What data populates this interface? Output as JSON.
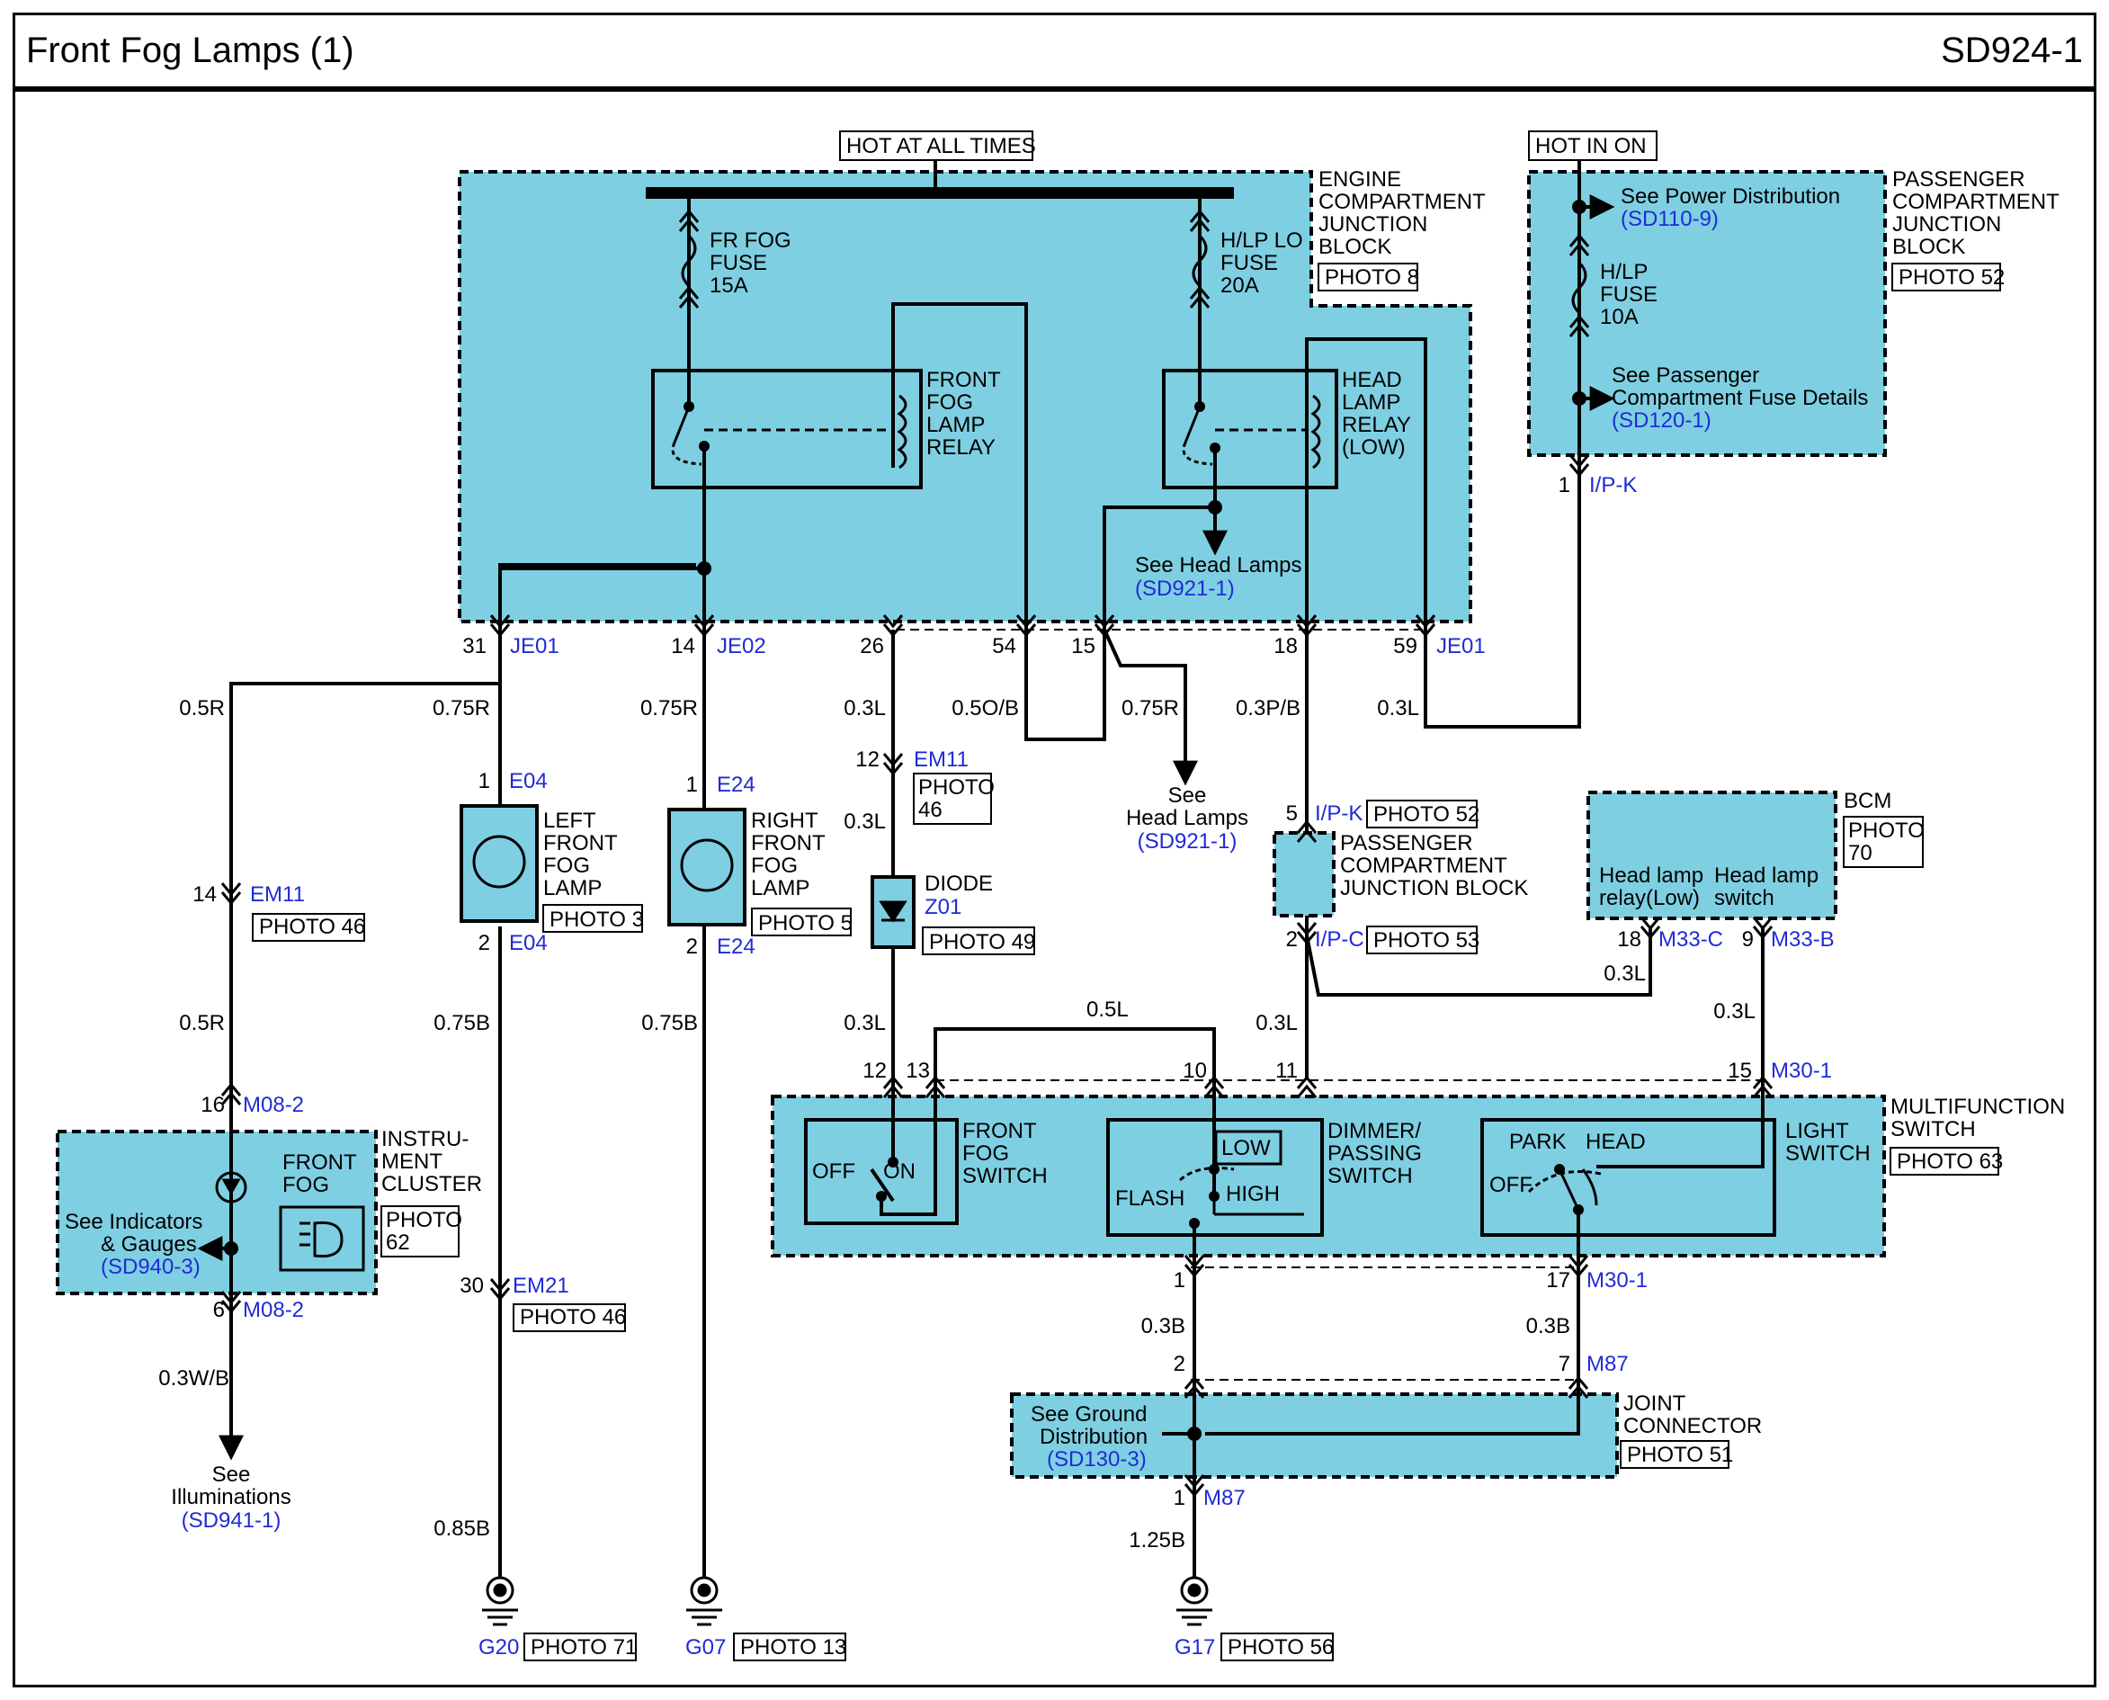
{
  "header": {
    "title": "Front Fog Lamps (1)",
    "code": "SD924-1"
  },
  "colors": {
    "block_fill": "#7fcfe2",
    "ref_blue": "#1f2bd6",
    "wire": "#000000"
  },
  "labels": {
    "hot_all": "HOT AT ALL TIMES",
    "hot_on": "HOT IN ON",
    "ecjb": [
      "ENGINE",
      "COMPARTMENT",
      "JUNCTION",
      "BLOCK"
    ],
    "ecjb_photo": "PHOTO 8",
    "pcjb": [
      "PASSENGER",
      "COMPARTMENT",
      "JUNCTION",
      "BLOCK"
    ],
    "pcjb_photo": "PHOTO 52",
    "fr_fog_fuse": [
      "FR FOG",
      "FUSE",
      "15A"
    ],
    "hlp_lo_fuse": [
      "H/LP LO",
      "FUSE",
      "20A"
    ],
    "hlp_fuse": [
      "H/LP",
      "FUSE",
      "10A"
    ],
    "ffl_relay": [
      "FRONT",
      "FOG",
      "LAMP",
      "RELAY"
    ],
    "hl_relay": [
      "HEAD",
      "LAMP",
      "RELAY",
      "(LOW)"
    ],
    "see_power": "See Power Distribution",
    "see_power_ref": "(SD110-9)",
    "see_pass_fuse": [
      "See Passenger",
      "Compartment Fuse Details"
    ],
    "see_pass_fuse_ref": "(SD120-1)",
    "see_head_lamps": "See Head Lamps",
    "see_head_lamps_ref": "(SD921-1)",
    "see_head_lamps2": [
      "See",
      "Head Lamps"
    ],
    "see_head_lamps2_ref": "(SD921-1)",
    "left_lamp": [
      "LEFT",
      "FRONT",
      "FOG",
      "LAMP"
    ],
    "left_lamp_photo": "PHOTO 3",
    "right_lamp": [
      "RIGHT",
      "FRONT",
      "FOG",
      "LAMP"
    ],
    "right_lamp_photo": "PHOTO 5",
    "diode": "DIODE",
    "diode_ref": "Z01",
    "diode_photo": "PHOTO 49",
    "em11_photo": [
      "PHOTO",
      "46"
    ],
    "pcjb2": [
      "PASSENGER",
      "COMPARTMENT",
      "JUNCTION BLOCK"
    ],
    "ipk_photo": "PHOTO 52",
    "ipc_photo": "PHOTO 53",
    "bcm": "BCM",
    "bcm_photo": [
      "PHOTO",
      "70"
    ],
    "bcm_hl_relay": [
      "Head lamp",
      "relay(Low)"
    ],
    "bcm_hl_switch": [
      "Head lamp",
      "switch"
    ],
    "mfs": [
      "MULTIFUNCTION",
      "SWITCH"
    ],
    "mfs_photo": "PHOTO 63",
    "ffs": [
      "FRONT",
      "FOG",
      "SWITCH"
    ],
    "ffs_off": "OFF",
    "ffs_on": "ON",
    "dps": [
      "DIMMER/",
      "PASSING",
      "SWITCH"
    ],
    "dps_low": "LOW",
    "dps_flash": "FLASH",
    "dps_high": "HIGH",
    "ls": [
      "LIGHT",
      "SWITCH"
    ],
    "ls_park": "PARK",
    "ls_head": "HEAD",
    "ls_off": "OFF",
    "cluster": [
      "INSTRU-",
      "MENT",
      "CLUSTER"
    ],
    "cluster_photo": [
      "PHOTO",
      "62"
    ],
    "front_fog": [
      "FRONT",
      "FOG"
    ],
    "see_indicators": [
      "See Indicators",
      "& Gauges"
    ],
    "see_indicators_ref": "(SD940-3)",
    "em11_photo2": "PHOTO 46",
    "em21_photo": "PHOTO 46",
    "see_illum": [
      "See",
      "Illuminations"
    ],
    "see_illum_ref": "(SD941-1)",
    "joint": [
      "JOINT",
      "CONNECTOR"
    ],
    "joint_photo": "PHOTO 51",
    "see_ground": [
      "See Ground",
      "Distribution"
    ],
    "see_ground_ref": "(SD130-3)",
    "g20": "G20",
    "g20_photo": "PHOTO 71",
    "g07": "G07",
    "g07_photo": "PHOTO 13",
    "g17": "G17",
    "g17_photo": "PHOTO 56"
  },
  "pins": {
    "p31": "31",
    "je01a": "JE01",
    "p14a": "14",
    "je02": "JE02",
    "p26": "26",
    "p54": "54",
    "p15": "15",
    "p18": "18",
    "p59": "59",
    "je01b": "JE01",
    "p1ipk": "1",
    "ipk": "I/P-K",
    "e04a_n": "1",
    "e04a": "E04",
    "e04b_n": "2",
    "e04b": "E04",
    "e24a_n": "1",
    "e24a": "E24",
    "e24b_n": "2",
    "e24b": "E24",
    "em11a_n": "12",
    "em11a": "EM11",
    "ipk2_n": "5",
    "ipk2": "I/P-K",
    "ipc_n": "2",
    "ipc": "I/P-C",
    "m33c_n": "18",
    "m33c": "M33-C",
    "m33b_n": "9",
    "m33b": "M33-B",
    "em11b_n": "14",
    "em11b": "EM11",
    "m082a_n": "16",
    "m082a": "M08-2",
    "m082b_n": "6",
    "m082b": "M08-2",
    "em21_n": "30",
    "em21": "EM21",
    "mfs12": "12",
    "mfs13": "13",
    "mfs10": "10",
    "mfs11": "11",
    "mfs15": "15",
    "m301a": "M30-1",
    "mfs1": "1",
    "mfs17": "17",
    "m301b": "M30-1",
    "j2": "2",
    "j7": "7",
    "m87a": "M87",
    "j1": "1",
    "m87b": "M87"
  },
  "wires": {
    "w1": "0.5R",
    "w2": "0.75R",
    "w3": "0.75R",
    "w4": "0.3L",
    "w5": "0.5O/B",
    "w6": "0.75R",
    "w7": "0.3P/B",
    "w8": "0.3L",
    "w9": "0.3L",
    "w10": "0.3L",
    "w11": "0.3L",
    "w12": "0.5R",
    "w13": "0.75B",
    "w14": "0.75B",
    "w15": "0.3L",
    "w16": "0.5L",
    "w17": "0.3L",
    "w18": "0.3B",
    "w19": "0.3B",
    "w20": "0.3W/B",
    "w21": "0.85B",
    "w22": "1.25B"
  }
}
